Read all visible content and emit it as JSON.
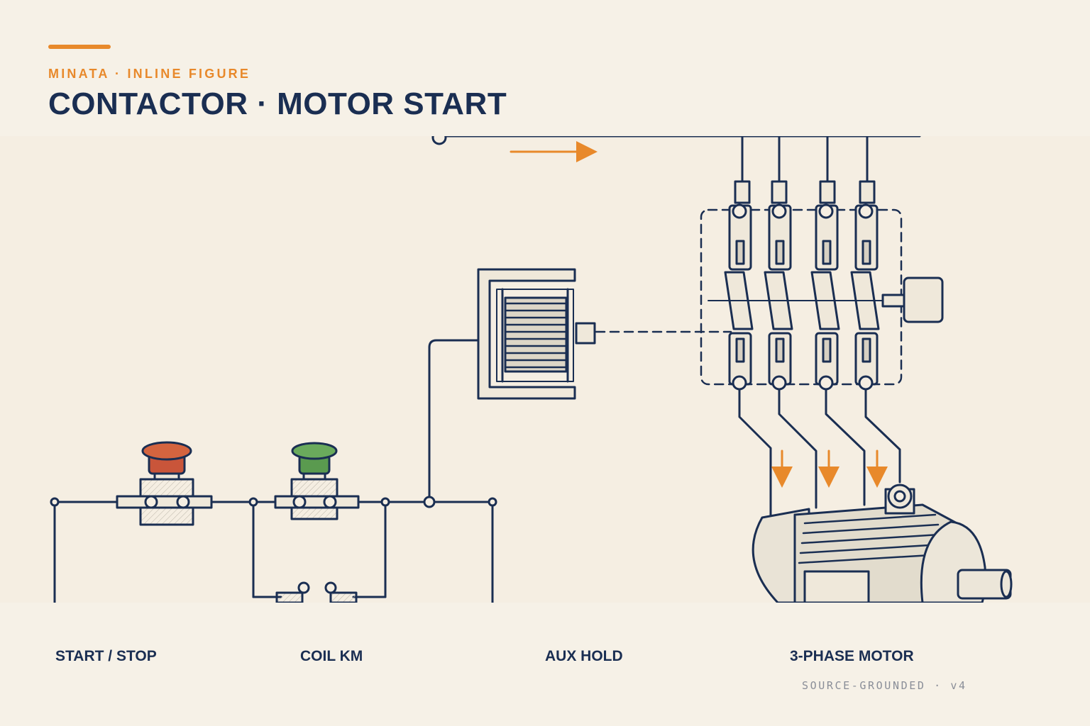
{
  "header": {
    "eyebrow": "MINATA · INLINE FIGURE",
    "title": "CONTACTOR · MOTOR START"
  },
  "captions": [
    "START / STOP",
    "COIL KM",
    "AUX HOLD",
    "3-PHASE MOTOR"
  ],
  "footer": "SOURCE-GROUNDED · v4",
  "colors": {
    "accent": "#e8892b",
    "ink": "#1a2e52",
    "background": "#f6f1e7",
    "stop_button": "#c9553a",
    "start_button": "#5a9a4f"
  }
}
